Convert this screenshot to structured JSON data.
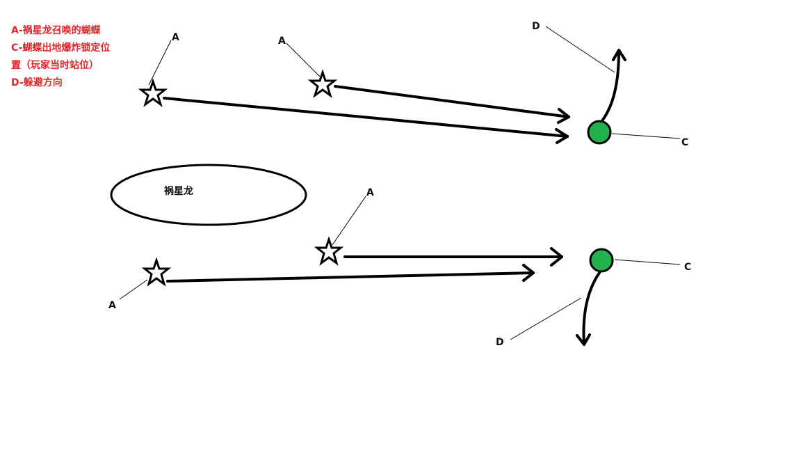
{
  "legend": {
    "items": [
      "A-祸星龙召唤的蝴蝶",
      "C-蝴蝶出地爆炸锁定位",
      "置（玩家当时站位）",
      "D-躲避方向"
    ]
  },
  "boss_label": "祸星龙",
  "labels": {
    "butterfly": "A",
    "explosion": "C",
    "dodge": "D"
  },
  "colors": {
    "legend_text": "#e1252b",
    "explosion_fill": "#22b14c",
    "stroke": "#000000"
  }
}
